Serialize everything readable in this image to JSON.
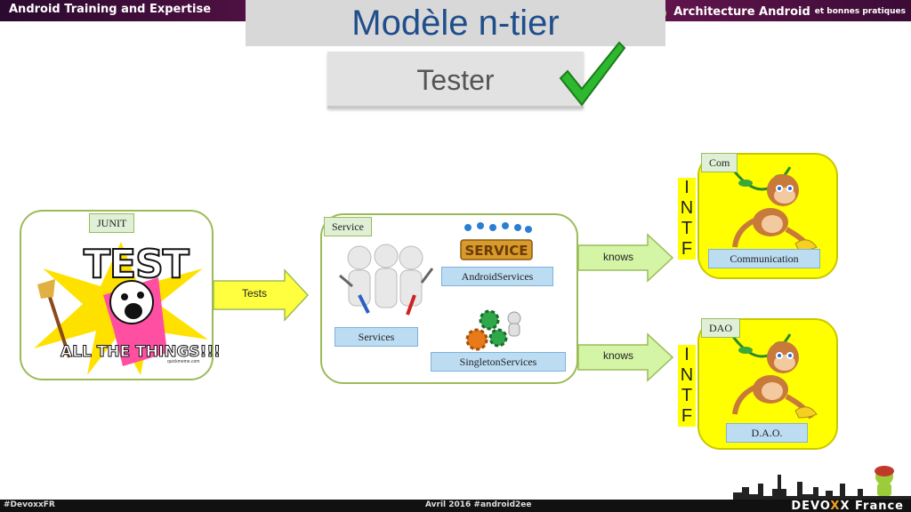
{
  "header": {
    "left_title": "Android Training and Expertise",
    "right_title": "Architecture Android",
    "right_subtitle": "et bonnes pratiques"
  },
  "slide": {
    "title": "Modèle n-tier",
    "subtitle": "Tester"
  },
  "diagram": {
    "junit": {
      "label": "JUNIT",
      "meme_top": "TEST",
      "meme_bottom": "ALL THE THINGS!!!",
      "meme_credit": "quickmeme.com"
    },
    "service": {
      "label": "Service",
      "services_label": "Services",
      "android_services_label": "AndroidServices",
      "singleton_services_label": "SingletonServices",
      "sign_text": "SERVICE"
    },
    "com": {
      "label": "Com",
      "module_label": "Communication"
    },
    "dao": {
      "label": "DAO",
      "module_label": "D.A.O."
    },
    "intf_letters": [
      "I",
      "N",
      "T",
      "F"
    ],
    "arrows": {
      "tests": "Tests",
      "knows_com": "knows",
      "knows_dao": "knows"
    }
  },
  "footer": {
    "left": "#DevoxxFR",
    "center": "Avril 2016 #android2ee",
    "brand_a": "DEVO",
    "brand_x": "X",
    "brand_b": "X France"
  },
  "colors": {
    "title_blue": "#1f4e8c",
    "box_border_green": "#9bbb59",
    "arrow_fill": "#d4f5a6",
    "arrow_yellow": "#ffff40",
    "module_yellow": "#ffff00",
    "label_blue": "#bcdcf2",
    "check_green": "#2eb82e"
  }
}
